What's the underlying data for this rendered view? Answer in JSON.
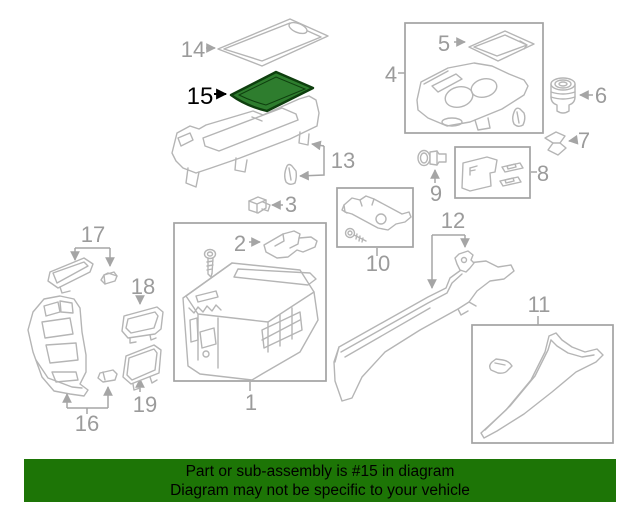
{
  "diagram": {
    "parts": [
      {
        "num": "1",
        "boxed": true
      },
      {
        "num": "2"
      },
      {
        "num": "3"
      },
      {
        "num": "4",
        "boxed": true
      },
      {
        "num": "5"
      },
      {
        "num": "6"
      },
      {
        "num": "7"
      },
      {
        "num": "8",
        "boxed": true
      },
      {
        "num": "9"
      },
      {
        "num": "10",
        "boxed": true
      },
      {
        "num": "11",
        "boxed": true
      },
      {
        "num": "12"
      },
      {
        "num": "13"
      },
      {
        "num": "14"
      },
      {
        "num": "15",
        "highlighted": true
      },
      {
        "num": "16"
      },
      {
        "num": "17"
      },
      {
        "num": "18"
      },
      {
        "num": "19"
      }
    ],
    "colors": {
      "line_gray": "#b5b5b5",
      "label_gray": "#9b9b9b",
      "highlight_fill": "#2e7d2e",
      "highlight_stroke": "#0e3f0e",
      "banner_bg": "#1d7506",
      "banner_text": "#000000"
    }
  },
  "banner": {
    "line1": "Part or sub-assembly is #15 in diagram",
    "line2": "Diagram may not be specific to your vehicle"
  }
}
